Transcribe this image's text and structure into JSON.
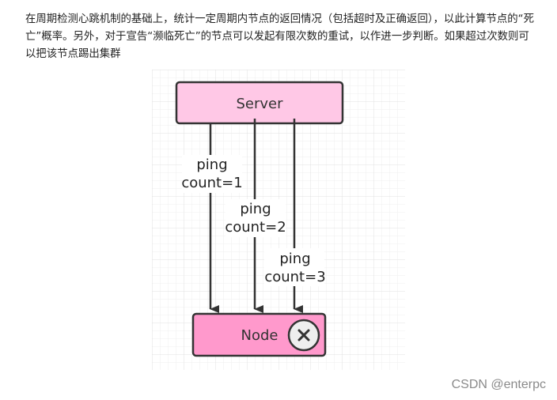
{
  "article": {
    "paragraph": "在周期检测心跳机制的基础上，统计一定周期内节点的返回情况（包括超时及正确返回），以此计算节点的“死亡”概率。另外，对于宣告“濒临死亡”的节点可以发起有限次数的重试，以作进一步判断。如果超过次数则可以把该节点踢出集群"
  },
  "diagram": {
    "server_label": "Server",
    "node_label": "Node",
    "status_icon": "close-icon",
    "pings": [
      {
        "line1": "ping",
        "line2": "count=1"
      },
      {
        "line1": "ping",
        "line2": "count=2"
      },
      {
        "line1": "ping",
        "line2": "count=3"
      }
    ],
    "colors": {
      "server_fill": "#ffc8e6",
      "node_fill": "#ff99cc",
      "border": "#333333",
      "arrow": "#333333",
      "icon_circle": "#eeeeee"
    }
  },
  "watermark": "CSDN @enterpc"
}
